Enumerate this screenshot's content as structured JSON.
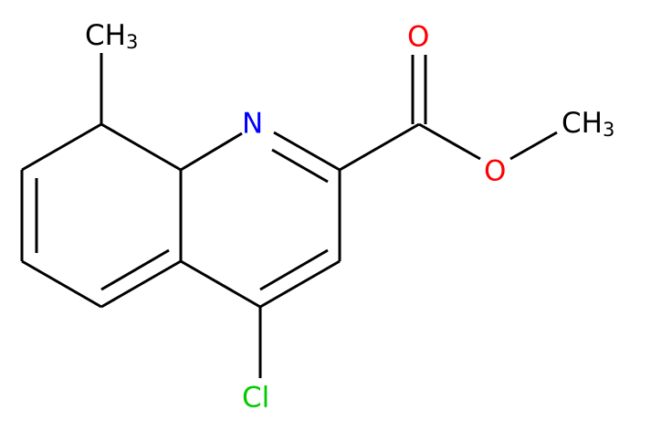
{
  "molecule": {
    "colors": {
      "carbon_bond": "#000000",
      "nitrogen": "#0000ff",
      "oxygen": "#ff0000",
      "chlorine": "#00cc00",
      "methyl": "#000000"
    },
    "labels": {
      "methyl_top_main": "CH",
      "methyl_top_sub": "3",
      "nitrogen": "N",
      "oxygen_carbonyl": "O",
      "oxygen_ester": "O",
      "methyl_ester_main": "CH",
      "methyl_ester_sub": "3",
      "chlorine": "Cl"
    }
  }
}
